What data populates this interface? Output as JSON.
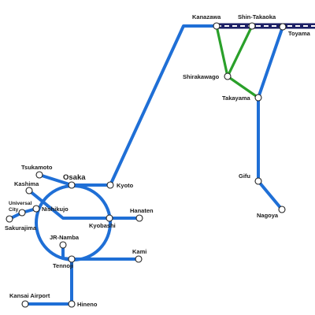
{
  "colors": {
    "main_line": "#1f6fd6",
    "shinkansen_dark": "#1b1f66",
    "shinkansen_light": "#ffffff",
    "branch_line": "#2aa02a",
    "station_fill": "#ffffff",
    "station_stroke": "#222222",
    "background": "#ffffff"
  },
  "stations": {
    "kanazawa": "Kanazawa",
    "shin_takaoka": "Shin-Takaoka",
    "toyama": "Toyama",
    "shirakawago": "Shirakawago",
    "takayama": "Takayama",
    "gifu": "Gifu",
    "nagoya": "Nagoya",
    "tsukamoto": "Tsukamoto",
    "osaka": "Osaka",
    "kyoto": "Kyoto",
    "kashima": "Kashima",
    "universal_city_1": "Universal",
    "universal_city_2": "City",
    "nishikujo": "Nishikujo",
    "sakurajima": "Sakurajima",
    "kyobashi": "Kyobashi",
    "hanaten": "Hanaten",
    "jr_namba": "JR-Namba",
    "kami": "Kami",
    "tennoji": "Tennoji",
    "kansai_airport": "Kansai Airport",
    "hineno": "Hineno"
  }
}
